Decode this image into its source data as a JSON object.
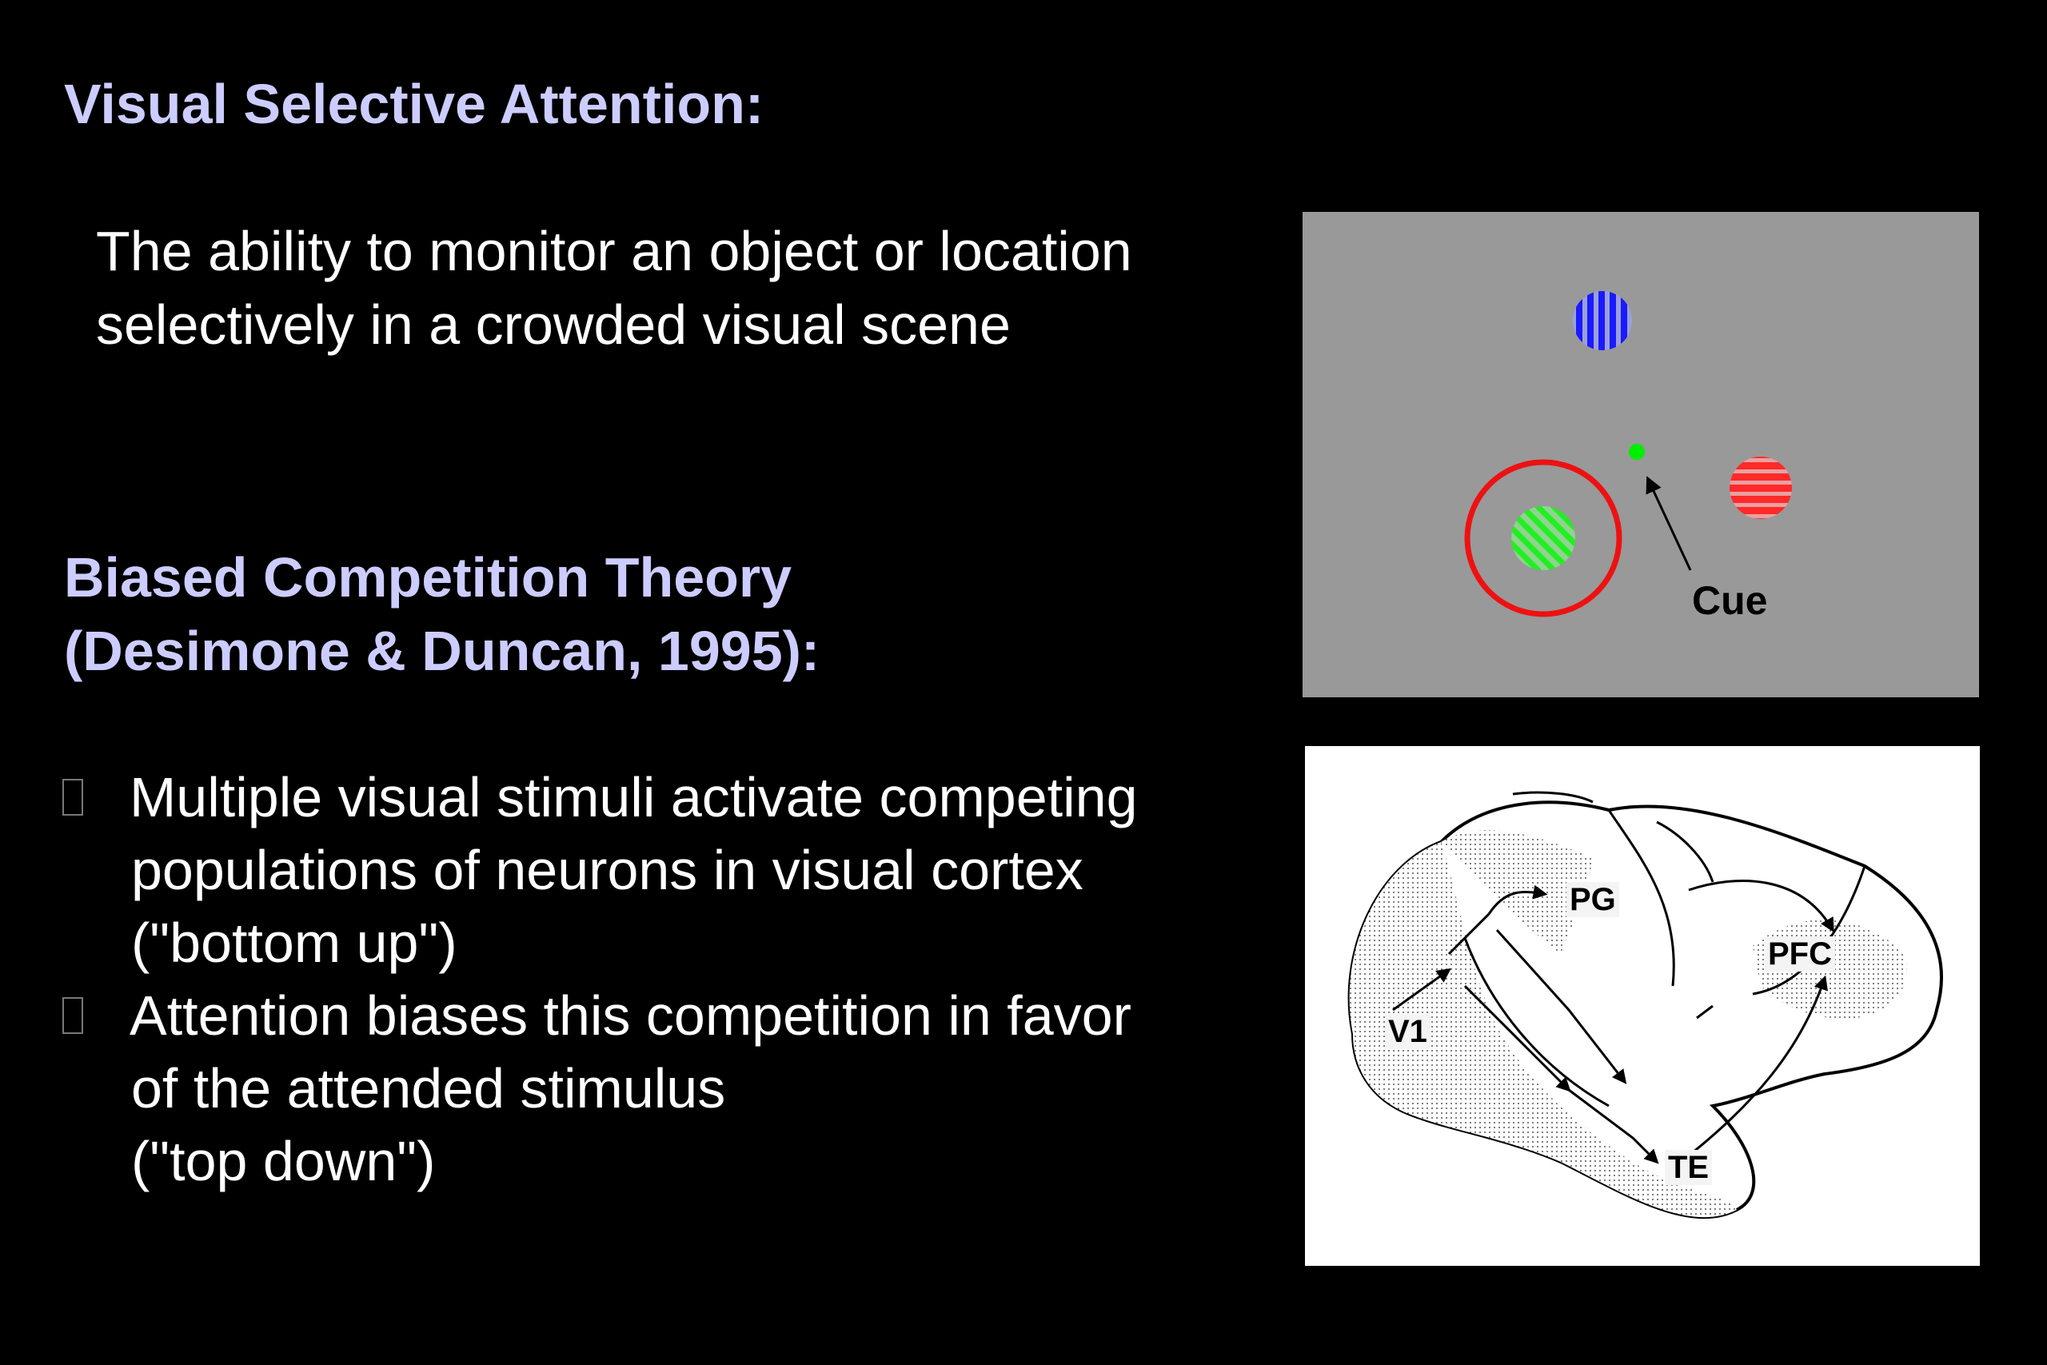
{
  "slide": {
    "title": "Visual Selective Attention:",
    "definition": [
      "The ability to monitor an object or location",
      "selectively in a crowded visual scene"
    ],
    "theory_heading": [
      "Biased Competition Theory",
      "(Desimone & Duncan, 1995):"
    ],
    "bullets": [
      {
        "lines": [
          "Multiple visual stimuli activate competing",
          "populations of neurons in visual cortex",
          "(\"bottom up\")"
        ]
      },
      {
        "lines": [
          "Attention biases this competition in favor",
          "of the attended stimulus",
          "(\"top down\")"
        ]
      }
    ]
  },
  "stimulus_figure": {
    "cue_label": "Cue",
    "background_color": "#999999",
    "stimuli": [
      {
        "name": "blue-grating",
        "color": "#1a1aff",
        "stripe": "vertical"
      },
      {
        "name": "green-grating",
        "color": "#22ee22",
        "stripe": "diagonal",
        "attended": true
      },
      {
        "name": "red-grating",
        "color": "#ff2a2a",
        "stripe": "horizontal"
      }
    ],
    "fixation_color": "#00ee00",
    "attention_ring_color": "#ee1111"
  },
  "brain_figure": {
    "labels": {
      "v1": "V1",
      "pg": "PG",
      "pfc": "PFC",
      "te": "TE"
    }
  }
}
